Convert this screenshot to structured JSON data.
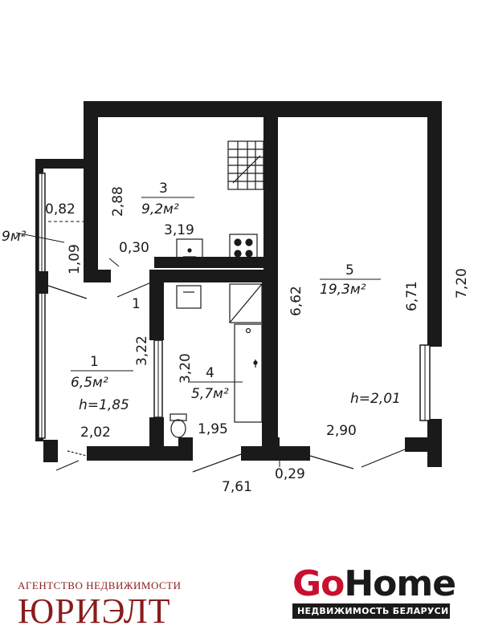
{
  "plan": {
    "rooms": [
      {
        "number": "1",
        "area": "6,5м²",
        "height": "h=1,85"
      },
      {
        "number": "3",
        "area": "9,2м²"
      },
      {
        "number": "4",
        "area": "5,7м²"
      },
      {
        "number": "5",
        "area": "19,3м²",
        "height": "h=2,01"
      }
    ],
    "partial_area": "9м²",
    "dimensions": {
      "d_082": "0,82",
      "d_109": "1,09",
      "d_288": "2,88",
      "d_030": "0,30",
      "d_319": "3,19",
      "d_1": "1",
      "d_322": "3,22",
      "d_320": "3,20",
      "d_202": "2,02",
      "d_195": "1,95",
      "d_662": "6,62",
      "d_671": "6,71",
      "d_720": "7,20",
      "d_290": "2,90",
      "d_761": "7,61",
      "d_029": "0,29"
    }
  },
  "brand": {
    "agency_tagline": "АГЕНТСТВО НЕДВИЖИМОСТИ",
    "agency_name": "ЮРИЭЛТ",
    "gohome_go": "Go",
    "gohome_home": "Home",
    "gohome_tagline": "НЕДВИЖИМОСТЬ БЕЛАРУСИ"
  },
  "colors": {
    "wall": "#1a1a1a",
    "brand_red": "#c8102e",
    "agency_red": "#8a1c1c"
  }
}
